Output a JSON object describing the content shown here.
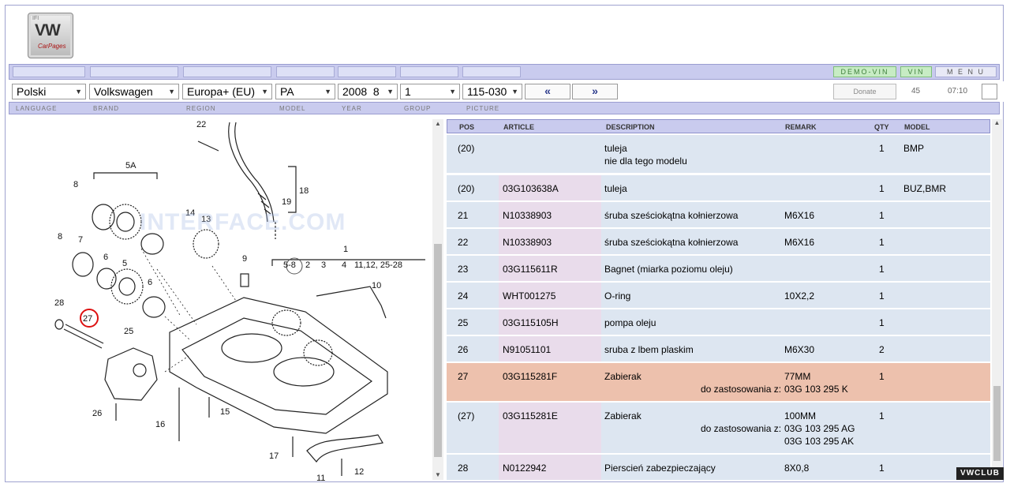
{
  "logo": {
    "small": "IFI",
    "main": "VW",
    "sub": "CarPages"
  },
  "topbar": {
    "demo_vin": "DEMO-VIN",
    "vin": "VIN",
    "menu": "M E N U"
  },
  "selectors": {
    "language": "Polski",
    "brand": "Volkswagen",
    "region": "Europa+ (EU)",
    "model": "PA",
    "year": "2008  8",
    "group": "1",
    "picture": "115-030",
    "prev": "«",
    "next": "»"
  },
  "status": {
    "donate": "Donate",
    "count": "45",
    "time": "07:10"
  },
  "labels": {
    "language": "LANGUAGE",
    "brand": "BRAND",
    "region": "REGION",
    "model": "MODEL",
    "year": "YEAR",
    "group": "GROUP",
    "picture": "PICTURE"
  },
  "diagram_watermark": "INTERFACE.COM",
  "diagram_labels": [
    "22",
    "5A",
    "8",
    "18",
    "19",
    "14",
    "13",
    "8",
    "7",
    "6",
    "5",
    "6",
    "9",
    "1",
    "11,12, 25-28",
    "5-8",
    "2",
    "3",
    "4",
    "28",
    "27",
    "25",
    "26",
    "16",
    "15",
    "17",
    "11",
    "12",
    "10"
  ],
  "table": {
    "headers": {
      "pos": "POS",
      "article": "ARTICLE",
      "description": "DESCRIPTION",
      "remark": "REMARK",
      "qty": "QTY",
      "model": "MODEL"
    },
    "rows": [
      {
        "pos": "(20)",
        "article": "",
        "desc": "tuleja",
        "desc2": "nie dla tego modelu",
        "remark": "",
        "qty": "1",
        "model": "BMP"
      },
      {
        "pos": "(20)",
        "article": "03G103638A",
        "desc": "tuleja",
        "remark": "",
        "qty": "1",
        "model": "BUZ,BMR"
      },
      {
        "pos": "21",
        "article": "N10338903",
        "desc": "śruba sześciokątna kołnierzowa",
        "remark": "M6X16",
        "qty": "1",
        "model": ""
      },
      {
        "pos": "22",
        "article": "N10338903",
        "desc": "śruba sześciokątna kołnierzowa",
        "remark": "M6X16",
        "qty": "1",
        "model": ""
      },
      {
        "pos": "23",
        "article": "03G115611R",
        "desc": "Bagnet (miarka poziomu oleju)",
        "remark": "",
        "qty": "1",
        "model": ""
      },
      {
        "pos": "24",
        "article": "WHT001275",
        "desc": "O-ring",
        "remark": "10X2,2",
        "qty": "1",
        "model": ""
      },
      {
        "pos": "25",
        "article": "03G115105H",
        "desc": "pompa oleju",
        "remark": "",
        "qty": "1",
        "model": ""
      },
      {
        "pos": "26",
        "article": "N91051101",
        "desc": "sruba z lbem plaskim",
        "remark": "M6X30",
        "qty": "2",
        "model": ""
      },
      {
        "pos": "27",
        "article": "03G115281F",
        "desc": "Zabierak",
        "remark": "77MM",
        "label2": "do zastosowania z:",
        "remark2": "03G 103 295 K",
        "qty": "1",
        "model": ""
      },
      {
        "pos": "(27)",
        "article": "03G115281E",
        "desc": "Zabierak",
        "remark": "100MM",
        "label2": "do zastosowania z:",
        "remark2": "03G 103 295 AG",
        "remark3": "03G 103 295 AK",
        "qty": "1",
        "model": ""
      },
      {
        "pos": "28",
        "article": "N0122942",
        "desc": "Pierscień zabezpieczający",
        "remark": "8X0,8",
        "qty": "1",
        "model": ""
      }
    ]
  },
  "footer_badge": "VWCLUB",
  "colors": {
    "bar": "#c9cbee",
    "row": "#dde6f1",
    "article_col": "#e9dceb",
    "highlight": "#edc1ad",
    "green": "#c7ecc4"
  }
}
